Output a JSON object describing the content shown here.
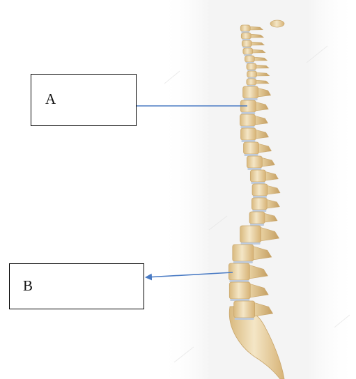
{
  "labels": {
    "a": "A",
    "b": "B"
  },
  "colors": {
    "arrow": "#4a7bc4",
    "bone_light": "#f2e2c0",
    "bone_mid": "#e3c994",
    "bone_dark": "#c9a66b",
    "disc": "#b9c8dc",
    "shadow_bg": "#f3f3f3"
  },
  "icons": {
    "pointer": "arrow-left-icon",
    "subject": "spine-illustration"
  }
}
